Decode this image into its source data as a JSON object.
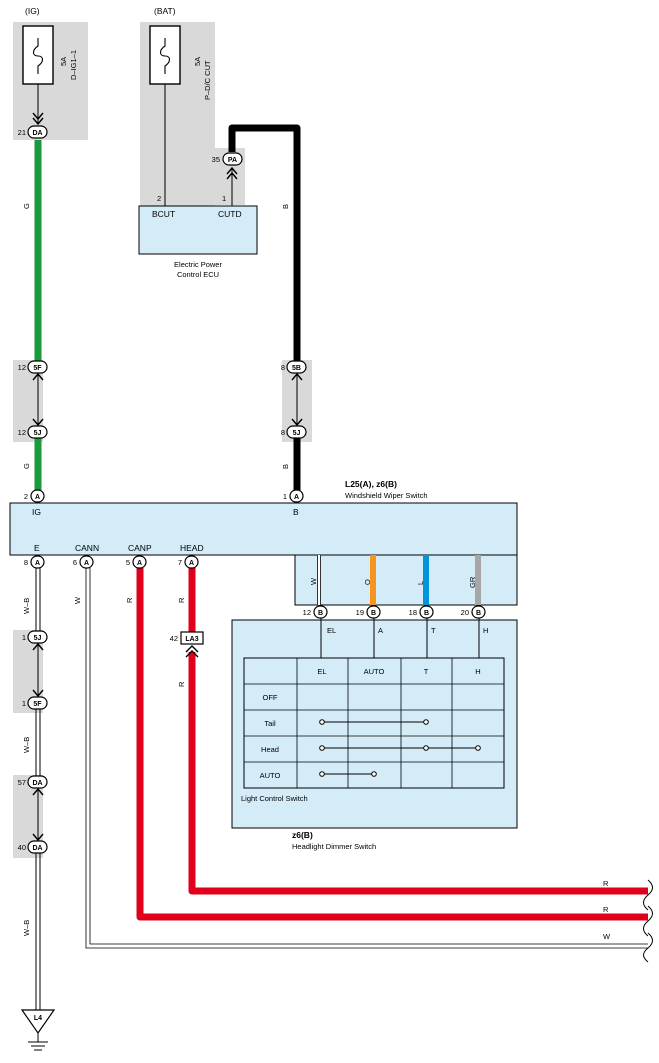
{
  "power_sources": {
    "ig": "(IG)",
    "bat": "(BAT)"
  },
  "fuses": {
    "f1": {
      "rating": "5A",
      "name": "D–IG1–1"
    },
    "f2": {
      "rating": "5A",
      "name": "P–D/C CUT"
    }
  },
  "pins": {
    "p21": "21",
    "p35": "35",
    "p2": "2",
    "p1": "1",
    "p12a": "12",
    "p12b": "12",
    "p8a": "8",
    "p8b": "8",
    "p8": "8",
    "p6": "6",
    "p5": "5",
    "p7": "7",
    "p42": "42",
    "p1a": "1",
    "p1b": "1",
    "p57": "57",
    "p40": "40",
    "p12c": "12",
    "p19": "19",
    "p18": "18",
    "p20": "20"
  },
  "connectors": {
    "da1": "DA",
    "pa": "PA",
    "c5f": "5F",
    "c5j": "5J",
    "c5b": "5B",
    "c5j2": "5J",
    "ca1": "A",
    "ca2": "A",
    "ca3": "A",
    "ca4": "A",
    "ca5": "A",
    "ca6": "A",
    "la3": "LA3",
    "c5j3": "5J",
    "c5f2": "5F",
    "da2": "DA",
    "da3": "DA",
    "cb1": "B",
    "cb2": "B",
    "cb3": "B",
    "cb4": "B"
  },
  "ecu": {
    "pin_bcut_no": "2",
    "pin_cutd_no": "1",
    "bcut": "BCUT",
    "cutd": "CUTD",
    "name_line1": "Electric Power",
    "name_line2": "Control ECU"
  },
  "wiper_switch": {
    "code": "L25(A), z6(B)",
    "name": "Windshield Wiper Switch",
    "ig": "IG",
    "b": "B",
    "e": "E",
    "cann": "CANN",
    "canp": "CANP",
    "head": "HEAD"
  },
  "wire_colors": {
    "g1": "G",
    "g2": "G",
    "b1": "B",
    "b2": "B",
    "wb1": "W–B",
    "wb2": "W–B",
    "wb3": "W–B",
    "w": "W",
    "r1": "R",
    "r2": "R",
    "r3": "R",
    "rr1": "R",
    "rr2": "R",
    "rw": "W",
    "sw_w": "W",
    "sw_o": "O",
    "sw_l": "L",
    "sw_gr": "GR"
  },
  "light_switch": {
    "terminals": [
      "EL",
      "A",
      "T",
      "H"
    ],
    "columns": [
      "EL",
      "AUTO",
      "T",
      "H"
    ],
    "rows": [
      "OFF",
      "Tail",
      "Head",
      "AUTO"
    ],
    "name": "Light Control Switch"
  },
  "dimmer": {
    "code": "z6(B)",
    "name": "Headlight Dimmer Switch"
  },
  "ground": "L4",
  "colors": {
    "green": "#1a9a3a",
    "black": "#000000",
    "red": "#e0001b",
    "orange": "#f7941d",
    "blue": "#0095da",
    "gray": "#a6a6a6",
    "shade": "#d9d9d9",
    "box": "#d3ecf8"
  }
}
